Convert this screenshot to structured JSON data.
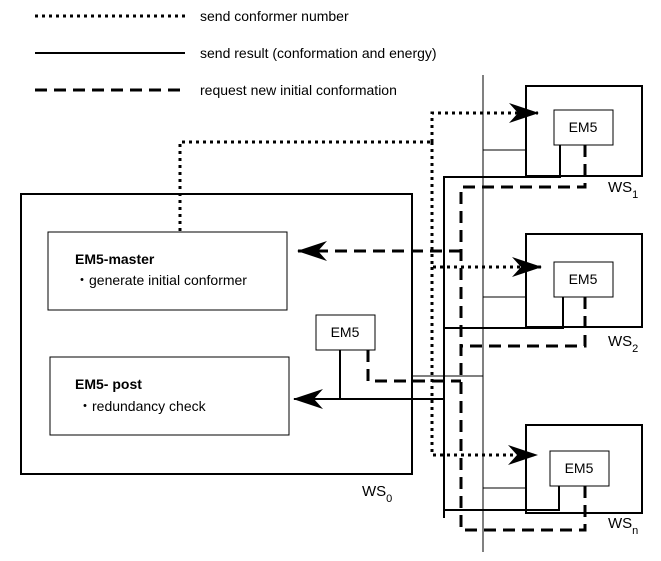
{
  "legend": {
    "dotted": "send conformer number",
    "solid": "send result (conformation and energy)",
    "dashed": "request new initial conformation"
  },
  "master": {
    "title": "EM5-master",
    "desc": "・generate initial conformer"
  },
  "post": {
    "title": "EM5- post",
    "desc": "・redundancy check"
  },
  "em5_label": "EM5",
  "ws_prefix": "WS",
  "ws0": {
    "prefix": "WS",
    "sub": "0"
  },
  "ws1": {
    "prefix": "WS",
    "sub": "1"
  },
  "ws2": {
    "prefix": "WS",
    "sub": "2"
  },
  "wsn": {
    "prefix": "WS",
    "sub": "n"
  }
}
